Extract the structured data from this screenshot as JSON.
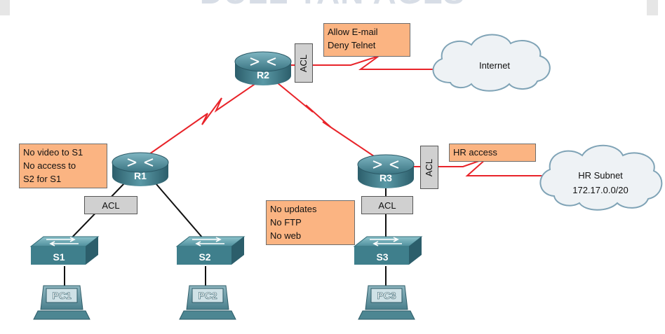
{
  "title": "DULL YAN AGLS",
  "routers": [
    {
      "id": "r2",
      "label": "R2"
    },
    {
      "id": "r1",
      "label": "R1"
    },
    {
      "id": "r3",
      "label": "R3"
    }
  ],
  "switches": [
    {
      "id": "s1",
      "label": "S1"
    },
    {
      "id": "s2",
      "label": "S2"
    },
    {
      "id": "s3",
      "label": "S3"
    }
  ],
  "pcs": [
    {
      "id": "pc1",
      "label": "PC1"
    },
    {
      "id": "pc2",
      "label": "PC2"
    },
    {
      "id": "pc3",
      "label": "PC3"
    }
  ],
  "clouds": {
    "internet": {
      "lines": [
        "Internet"
      ]
    },
    "hr_subnet": {
      "lines": [
        "HR Subnet",
        "172.17.0.0/20"
      ]
    }
  },
  "acl_label": "ACL",
  "notes": {
    "r2": [
      "Allow E-mail",
      "Deny Telnet"
    ],
    "r1": [
      "No video to S1",
      "No access to",
      "S2 for S1"
    ],
    "r3_hr": [
      "HR access"
    ],
    "r3_lan": [
      "No updates",
      "No FTP",
      "No web"
    ]
  },
  "colors": {
    "note_fill": "#fbb482",
    "acl_fill": "#d0d0d0",
    "wan_link": "#e8242a",
    "lan_link": "#111111",
    "router_body": "#3f7f8c",
    "cloud_fill": "#eef2f5",
    "cloud_stroke": "#7fa3b6"
  }
}
